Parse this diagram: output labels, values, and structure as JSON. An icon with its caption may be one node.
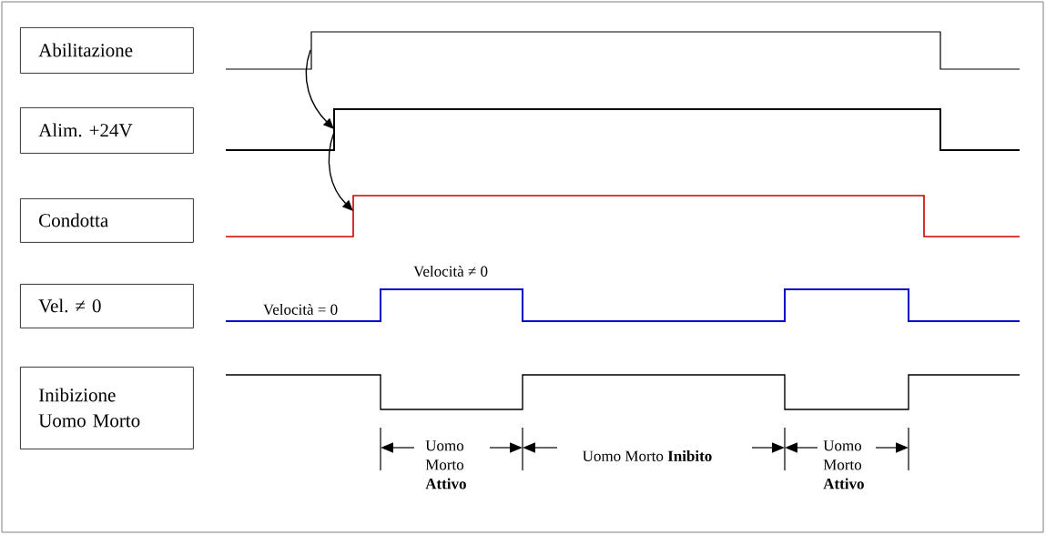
{
  "diagram": {
    "nodes": [
      {
        "text": [
          "Abilitazione"
        ]
      },
      {
        "text": [
          "Alim. +24V"
        ]
      },
      {
        "text": [
          "Condotta"
        ]
      },
      {
        "text": [
          "Vel. ≠ 0"
        ]
      },
      {
        "text": [
          "Inibizione Uomo Morto"
        ]
      },
      {
        "text": [],
        "shape": "line"
      },
      {
        "text": [],
        "shape": "line"
      },
      {
        "text": [],
        "shape": "line"
      },
      {
        "text": [],
        "shape": "line"
      },
      {
        "text": [],
        "shape": "line"
      }
    ],
    "edges": [
      {
        "from": 5,
        "to": 6,
        "arrow": "to"
      },
      {
        "from": 6,
        "to": 7,
        "arrow": "to"
      }
    ],
    "labels": [
      "Velocità ≠ 0",
      "Velocità = 0",
      "Uomo Morto **Attivo**",
      "Uomo Morto **Inibito**",
      "Uomo Morto **Attivo**"
    ]
  }
}
